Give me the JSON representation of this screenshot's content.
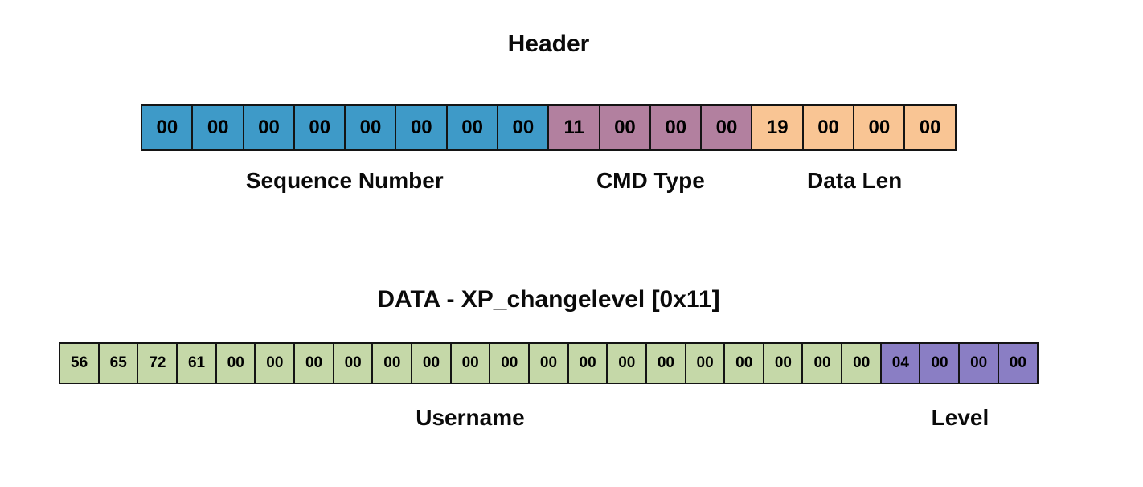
{
  "header_section": {
    "title": "Header",
    "fields": [
      {
        "name": "Sequence Number",
        "color": "#3E9AC8",
        "bytes": [
          "00",
          "00",
          "00",
          "00",
          "00",
          "00",
          "00",
          "00"
        ]
      },
      {
        "name": "CMD Type",
        "color": "#B2809F",
        "bytes": [
          "11",
          "00",
          "00",
          "00"
        ]
      },
      {
        "name": "Data Len",
        "color": "#F9C594",
        "bytes": [
          "19",
          "00",
          "00",
          "00"
        ]
      }
    ]
  },
  "data_section": {
    "title": "DATA - XP_changelevel [0x11]",
    "fields": [
      {
        "name": "Username",
        "color": "#C5D8A8",
        "bytes": [
          "56",
          "65",
          "72",
          "61",
          "00",
          "00",
          "00",
          "00",
          "00",
          "00",
          "00",
          "00",
          "00",
          "00",
          "00",
          "00",
          "00",
          "00",
          "00",
          "00",
          "00"
        ]
      },
      {
        "name": "Level",
        "color": "#8A7EC4",
        "bytes": [
          "04",
          "00",
          "00",
          "00"
        ]
      }
    ]
  },
  "colors": {
    "border": "#141414",
    "background": "#ffffff",
    "text": "#000000"
  }
}
